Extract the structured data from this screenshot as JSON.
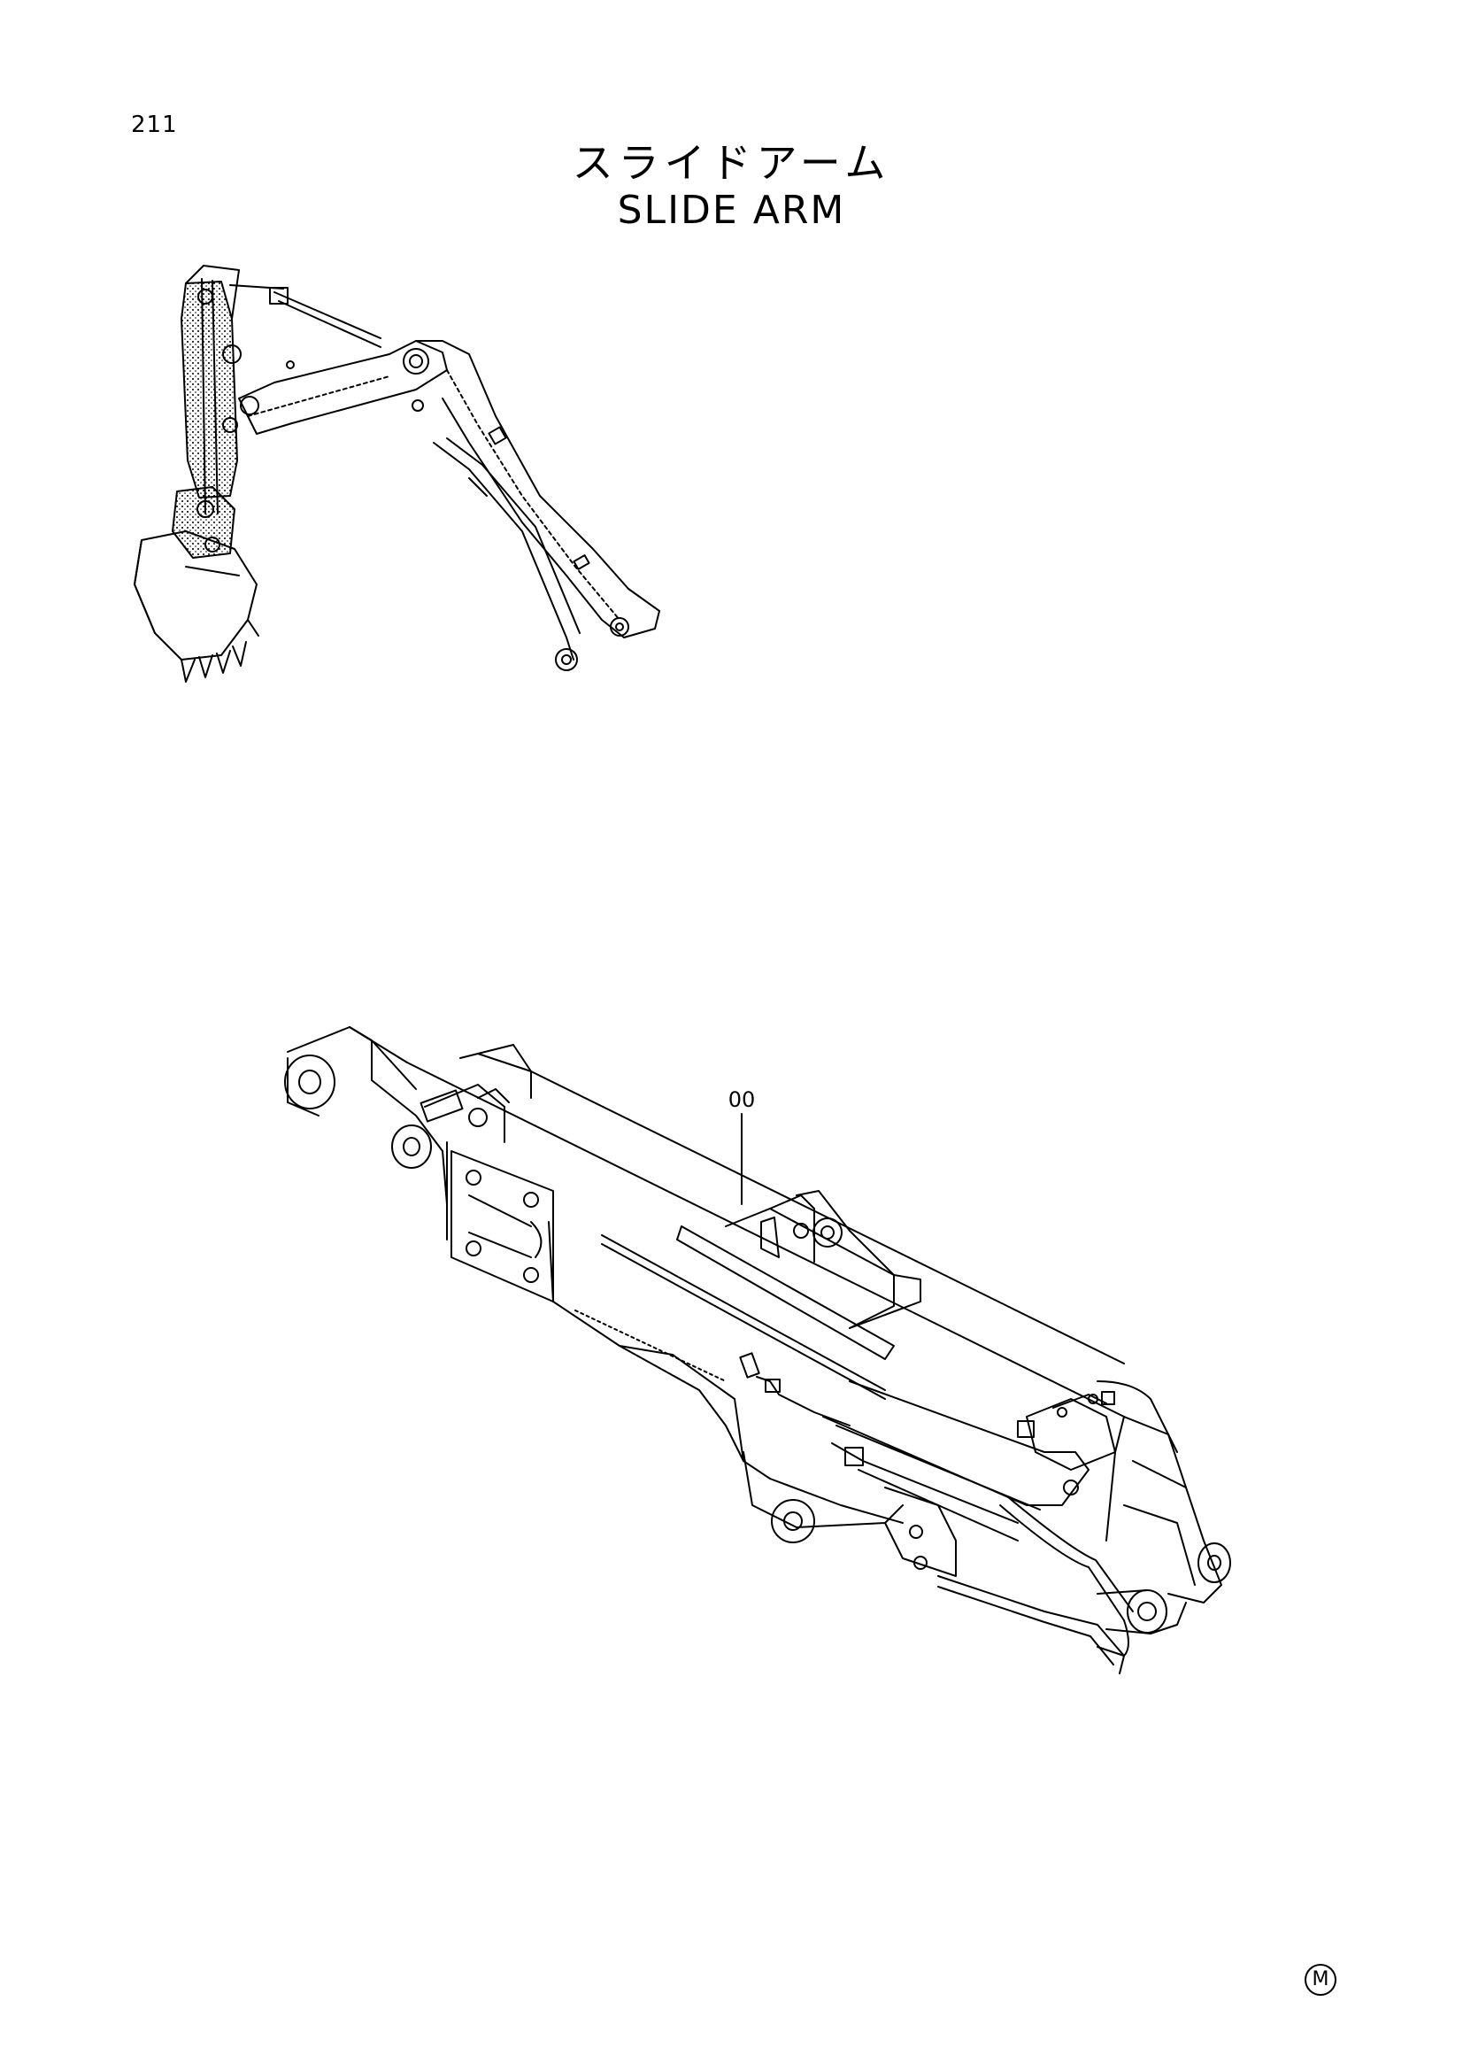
{
  "page": {
    "number": "211",
    "title_jp": "スライドアーム",
    "title_en": "SLIDE ARM"
  },
  "callouts": [
    {
      "label": "00"
    }
  ],
  "mark": "M"
}
